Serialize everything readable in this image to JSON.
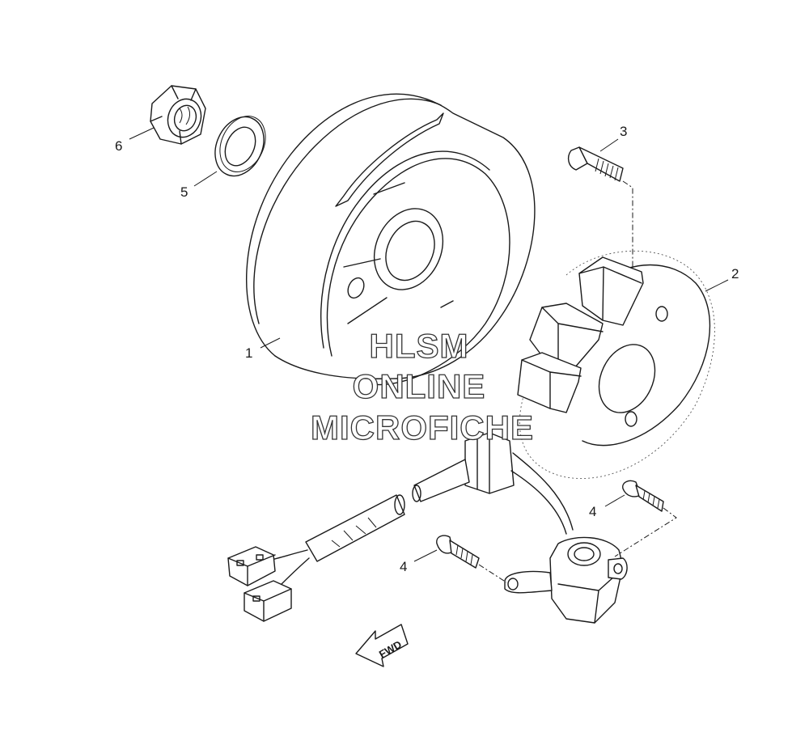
{
  "callouts": {
    "c1": "1",
    "c2": "2",
    "c3": "3",
    "c4a": "4",
    "c4b": "4",
    "c5": "5",
    "c6": "6"
  },
  "watermark": {
    "line1": "HLSM",
    "line2": "ONLINE",
    "line3": "MICROFICHE"
  },
  "direction_label": "FWD"
}
